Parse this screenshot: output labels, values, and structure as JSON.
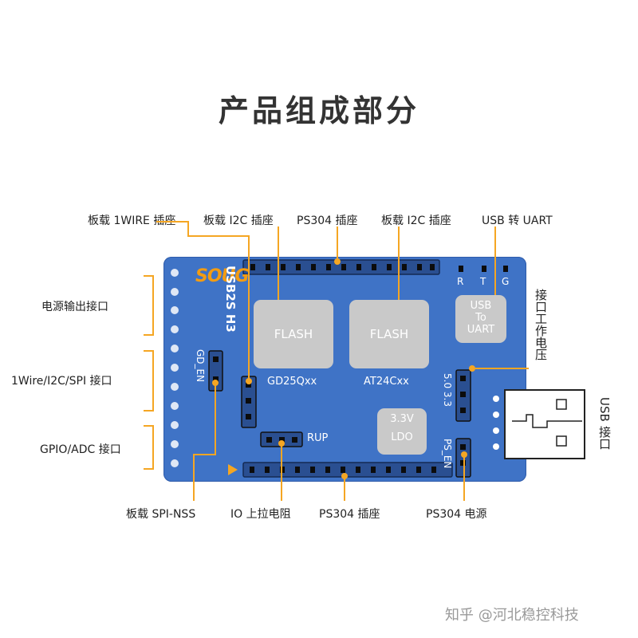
{
  "title": "产品组成部分",
  "labels": {
    "onboard_1wire": "板载 1WIRE 插座",
    "onboard_i2c_left": "板载 I2C 插座",
    "ps304_top": "PS304 插座",
    "onboard_i2c_right": "板载 I2C 插座",
    "usb_uart": "USB 转 UART",
    "power_out": "电源输出接口",
    "bus_ports": "1Wire/I2C/SPI 接口",
    "gpio_adc": "GPIO/ADC 接口",
    "onboard_spi_nss": "板载 SPI-NSS",
    "io_pullup": "IO 上拉电阻",
    "ps304_bottom": "PS304 插座",
    "ps304_power": "PS304 电源",
    "interface_voltage": "接口工作电压",
    "usb_port": "USB 接口"
  },
  "board": {
    "brand": "SOUG",
    "model": "USB2S H3",
    "gd_en": "GD_EN",
    "flash1_label": "FLASH",
    "flash1_part": "GD25Qxx",
    "flash2_label": "FLASH",
    "flash2_part": "AT24Cxx",
    "ldo_voltage": "3.3V",
    "ldo_label": "LDO",
    "rup": "RUP",
    "r": "R",
    "t": "T",
    "g": "G",
    "usb_to_uart_1": "USB",
    "usb_to_uart_2": "To",
    "usb_to_uart_3": "UART",
    "voltage_select": "5.0 3.3",
    "ps_en": "PS_EN"
  },
  "watermark": "知乎 @河北稳控科技",
  "colors": {
    "board": "#3f73c6",
    "callout": "#f5a623",
    "chip": "#c9c9c9"
  }
}
